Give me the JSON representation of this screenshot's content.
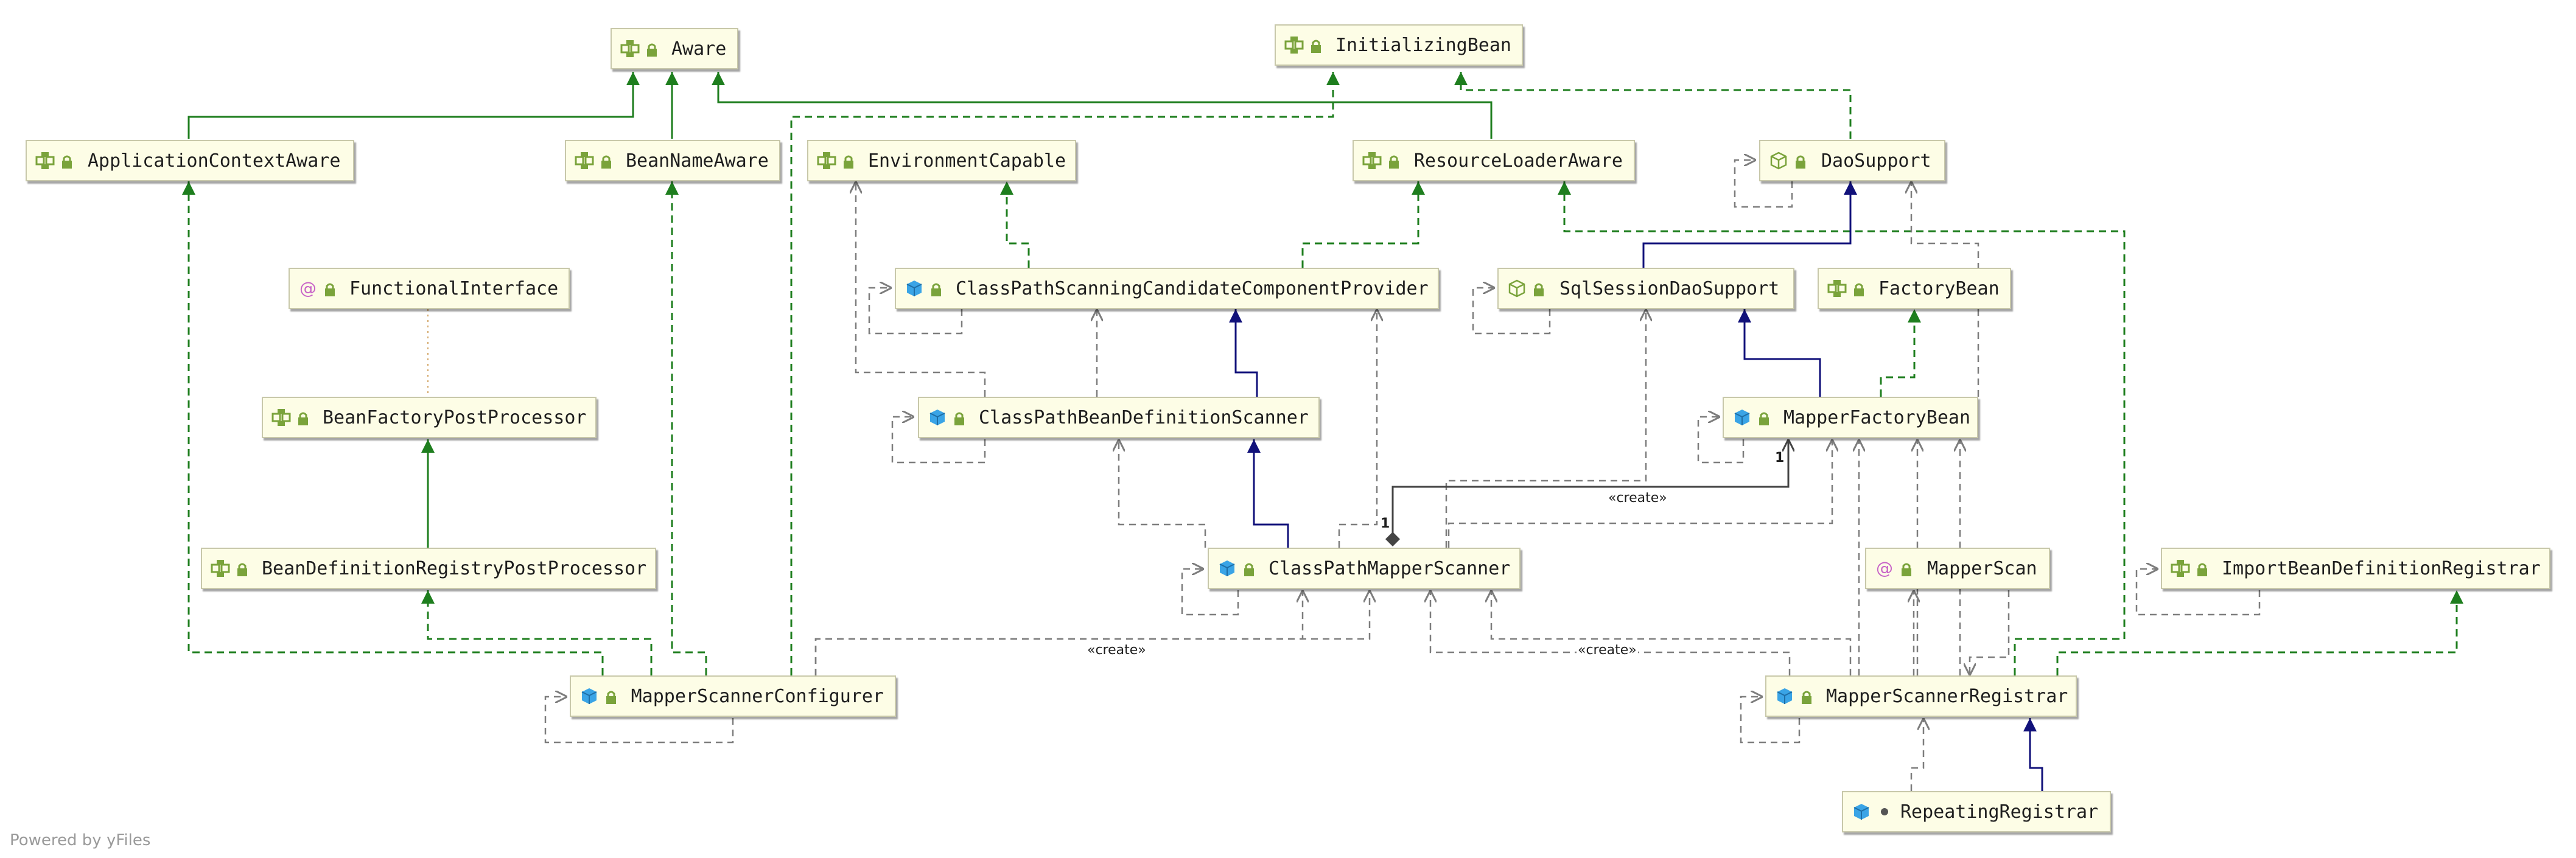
{
  "diagram": {
    "nodes": [
      {
        "id": "aware",
        "label": "Aware",
        "kind": "interface"
      },
      {
        "id": "initializingbean",
        "label": "InitializingBean",
        "kind": "interface"
      },
      {
        "id": "applicationcontextaware",
        "label": "ApplicationContextAware",
        "kind": "interface"
      },
      {
        "id": "beannameaware",
        "label": "BeanNameAware",
        "kind": "interface"
      },
      {
        "id": "environmentcapable",
        "label": "EnvironmentCapable",
        "kind": "interface"
      },
      {
        "id": "resourceloaderaware",
        "label": "ResourceLoaderAware",
        "kind": "interface"
      },
      {
        "id": "daosupport",
        "label": "DaoSupport",
        "kind": "abstract-class"
      },
      {
        "id": "functionalinterface",
        "label": "FunctionalInterface",
        "kind": "annotation"
      },
      {
        "id": "cpsccp",
        "label": "ClassPathScanningCandidateComponentProvider",
        "kind": "class"
      },
      {
        "id": "sqlsessiondaosupport",
        "label": "SqlSessionDaoSupport",
        "kind": "abstract-class"
      },
      {
        "id": "factorybean",
        "label": "FactoryBean",
        "kind": "interface"
      },
      {
        "id": "beanfactorypostprocessor",
        "label": "BeanFactoryPostProcessor",
        "kind": "interface"
      },
      {
        "id": "cpbds",
        "label": "ClassPathBeanDefinitionScanner",
        "kind": "class"
      },
      {
        "id": "mapperfactorybean",
        "label": "MapperFactoryBean",
        "kind": "class"
      },
      {
        "id": "bdrpp",
        "label": "BeanDefinitionRegistryPostProcessor",
        "kind": "interface"
      },
      {
        "id": "classpathmapperscanner",
        "label": "ClassPathMapperScanner",
        "kind": "class"
      },
      {
        "id": "mapperscan",
        "label": "MapperScan",
        "kind": "annotation"
      },
      {
        "id": "ibdr",
        "label": "ImportBeanDefinitionRegistrar",
        "kind": "interface"
      },
      {
        "id": "mapperscannerconfigurer",
        "label": "MapperScannerConfigurer",
        "kind": "class"
      },
      {
        "id": "mapperscannerregistrar",
        "label": "MapperScannerRegistrar",
        "kind": "class"
      },
      {
        "id": "repeatingregistrar",
        "label": "RepeatingRegistrar",
        "kind": "inner-class"
      }
    ],
    "edge_labels": {
      "create_1": "«create»",
      "create_2": "«create»",
      "create_3": "«create»",
      "multiplicity_1": "1",
      "multiplicity_2": "1"
    },
    "footer": "Powered by yFiles"
  },
  "colors": {
    "implements": "#1e7e1e",
    "extends": "#11117a",
    "dependency": "#7d7d7d",
    "composition": "#444444",
    "node_fill": "#fdfde6",
    "interface_icon": "#7aa33b",
    "class_icon": "#3aa4e6",
    "annotation_icon": "#c864c8"
  }
}
